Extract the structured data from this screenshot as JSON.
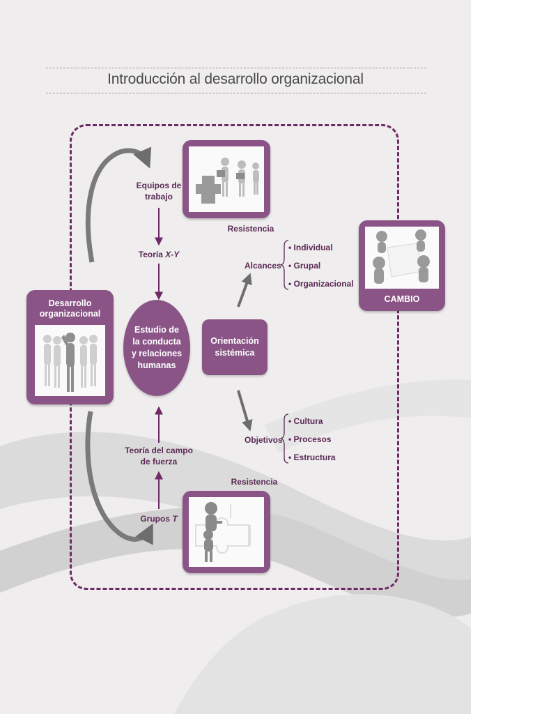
{
  "title": "Introducción al desarrollo organizacional",
  "colors": {
    "accent": "#8a5586",
    "frame": "#6e2a64",
    "text": "#5a2a55",
    "background": "#efeded"
  },
  "desarrollo": {
    "label": "Desarrollo organizacional",
    "image_icon": "people-crowd-figures-icon"
  },
  "cambio": {
    "label": "CAMBIO",
    "image_icon": "people-puzzle-icon"
  },
  "equipos_photo_icon": "figures-carrying-boxes-icon",
  "grupos_photo_icon": "figure-climbing-puzzle-icon",
  "labels": {
    "equipos": "Equipos de trabajo",
    "teoria_xy_prefix": "Teoría ",
    "teoria_xy_italic": "X-Y",
    "teoria_campo": "Teoría del campo de fuerza",
    "grupos_prefix": "Grupos ",
    "grupos_italic": "T",
    "resistencia_top": "Resistencia",
    "resistencia_bottom": "Resistencia",
    "alcances": "Alcances",
    "objetivos": "Objetivos"
  },
  "estudio": "Estudio de\nla conducta\ny relaciones\nhumanas",
  "orientacion": "Orientación\nsistémica",
  "alcances_items": [
    "• Individual",
    "• Grupal",
    "• Organizacional"
  ],
  "objetivos_items": [
    "• Cultura",
    "• Procesos",
    "• Estructura"
  ]
}
